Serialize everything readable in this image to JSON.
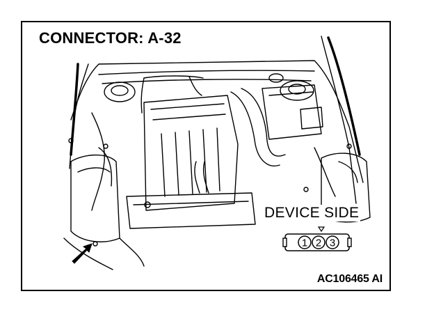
{
  "title": "CONNECTOR: A-32",
  "device_side_label": "DEVICE SIDE",
  "reference_code": "AC106465 AI",
  "connector": {
    "pins": [
      "1",
      "2",
      "3"
    ]
  },
  "colors": {
    "ink": "#000000",
    "paper": "#ffffff"
  }
}
